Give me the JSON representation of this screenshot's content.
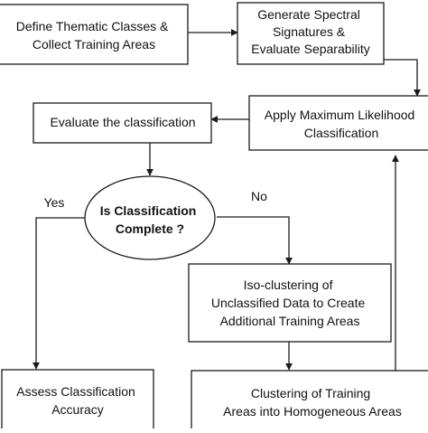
{
  "nodes": {
    "define_classes": {
      "lines": [
        "Define Thematic Classes &",
        "Collect Training Areas"
      ]
    },
    "generate_signatures": {
      "lines": [
        "Generate Spectral",
        "Signatures &",
        "Evaluate Separability"
      ]
    },
    "apply_ml": {
      "lines": [
        "Apply Maximum Likelihood",
        "Classification"
      ]
    },
    "evaluate": {
      "lines": [
        "Evaluate the classification"
      ]
    },
    "decision": {
      "lines": [
        "Is Classification",
        "Complete ?"
      ]
    },
    "iso_clustering": {
      "lines": [
        "Iso-clustering of",
        "Unclassified Data to Create",
        "Additional Training Areas"
      ]
    },
    "assess": {
      "lines": [
        "Assess Classification",
        "Accuracy"
      ]
    },
    "clustering": {
      "lines": [
        "Clustering of Training",
        "Areas into Homogeneous Areas"
      ]
    }
  },
  "edge_labels": {
    "yes": "Yes",
    "no": "No"
  },
  "colors": {
    "stroke": "#1a1a1a",
    "text": "#111111",
    "background": "#ffffff"
  }
}
